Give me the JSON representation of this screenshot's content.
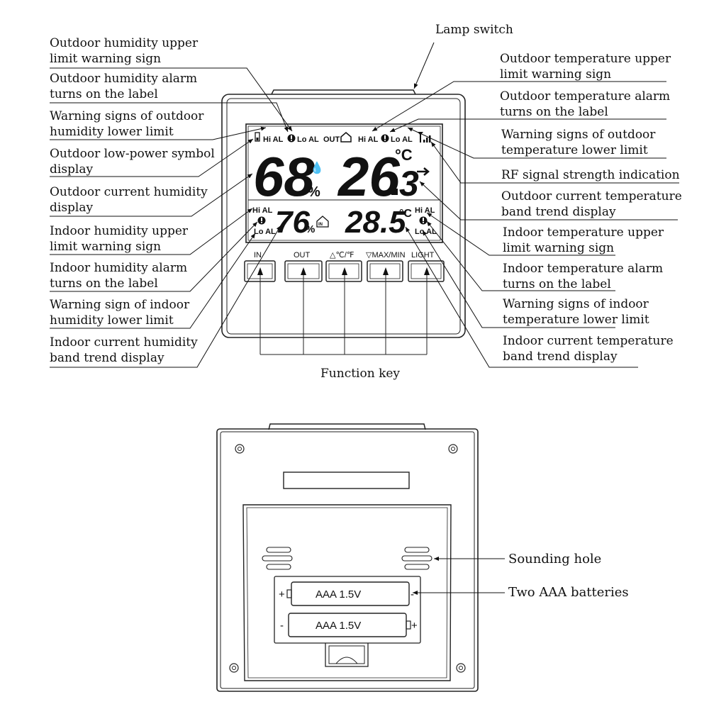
{
  "labels_left": [
    [
      "Outdoor humidity upper",
      "limit warning sign"
    ],
    [
      "Outdoor humidity alarm",
      "turns on the label"
    ],
    [
      "Warning signs of outdoor",
      "humidity lower limit"
    ],
    [
      "Outdoor low-power symbol",
      "display"
    ],
    [
      "Outdoor current humidity",
      "display"
    ],
    [
      "Indoor humidity upper",
      "limit warning sign"
    ],
    [
      "Indoor humidity alarm",
      "turns on the label"
    ],
    [
      "Warning sign of indoor",
      "humidity lower limit"
    ],
    [
      "Indoor current humidity",
      "band trend display"
    ]
  ],
  "labels_right": [
    [
      "Outdoor temperature upper",
      "limit warning sign"
    ],
    [
      "Outdoor temperature alarm",
      "turns on the label"
    ],
    [
      "Warning signs of outdoor",
      "temperature lower limit"
    ],
    [
      "RF signal strength indication"
    ],
    [
      "Outdoor current temperature",
      "band trend display"
    ],
    [
      "Indoor temperature upper",
      "limit warning sign"
    ],
    [
      "Indoor temperature alarm",
      "turns on the label"
    ],
    [
      "Warning signs of indoor",
      "temperature lower limit"
    ],
    [
      "Indoor current temperature",
      "band trend display"
    ]
  ],
  "lamp_switch": "Lamp switch",
  "function_key": "Function key",
  "sounding_hole": "Sounding hole",
  "two_batteries": "Two AAA batteries",
  "lcd": {
    "hi_al": "Hi AL",
    "lo_al": "Lo AL",
    "out": "OUT",
    "out_humidity": "68",
    "pct": "%",
    "out_temp_int": "26",
    "out_temp_dec": "3",
    "in_humidity": "76",
    "in_temp": "28.5",
    "unit_c": "°C",
    "in_badge": "IN"
  },
  "keys": [
    "IN",
    "OUT",
    "△℃/℉",
    "▽MAX/MIN",
    "LIGHT"
  ],
  "batteries": [
    {
      "label": "AAA 1.5V",
      "left_sign": "+",
      "right_sign": "-"
    },
    {
      "label": "AAA 1.5V",
      "left_sign": "-",
      "right_sign": "+"
    }
  ]
}
